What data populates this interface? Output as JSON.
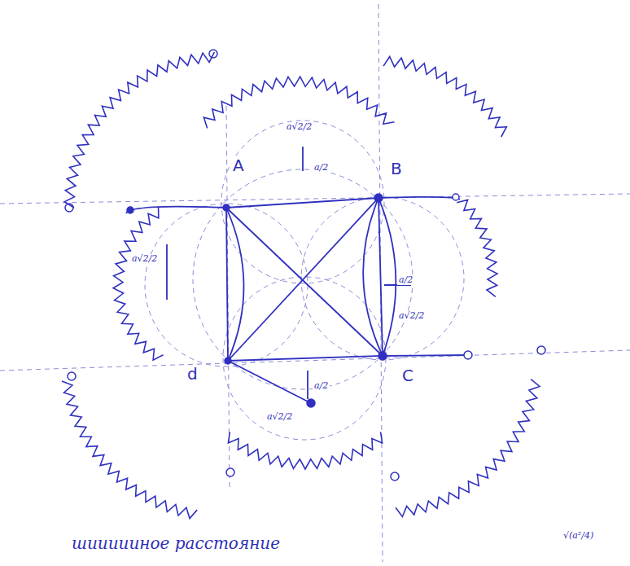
{
  "diagram": {
    "labels": [
      "A",
      "B",
      "C",
      "d",
      "a√2/2",
      "a/2",
      "a√2/2",
      "a/2",
      "a√2/2",
      "a/2",
      "a√2/2",
      "шиииииное расстояние",
      "√(a²/4)"
    ]
  }
}
